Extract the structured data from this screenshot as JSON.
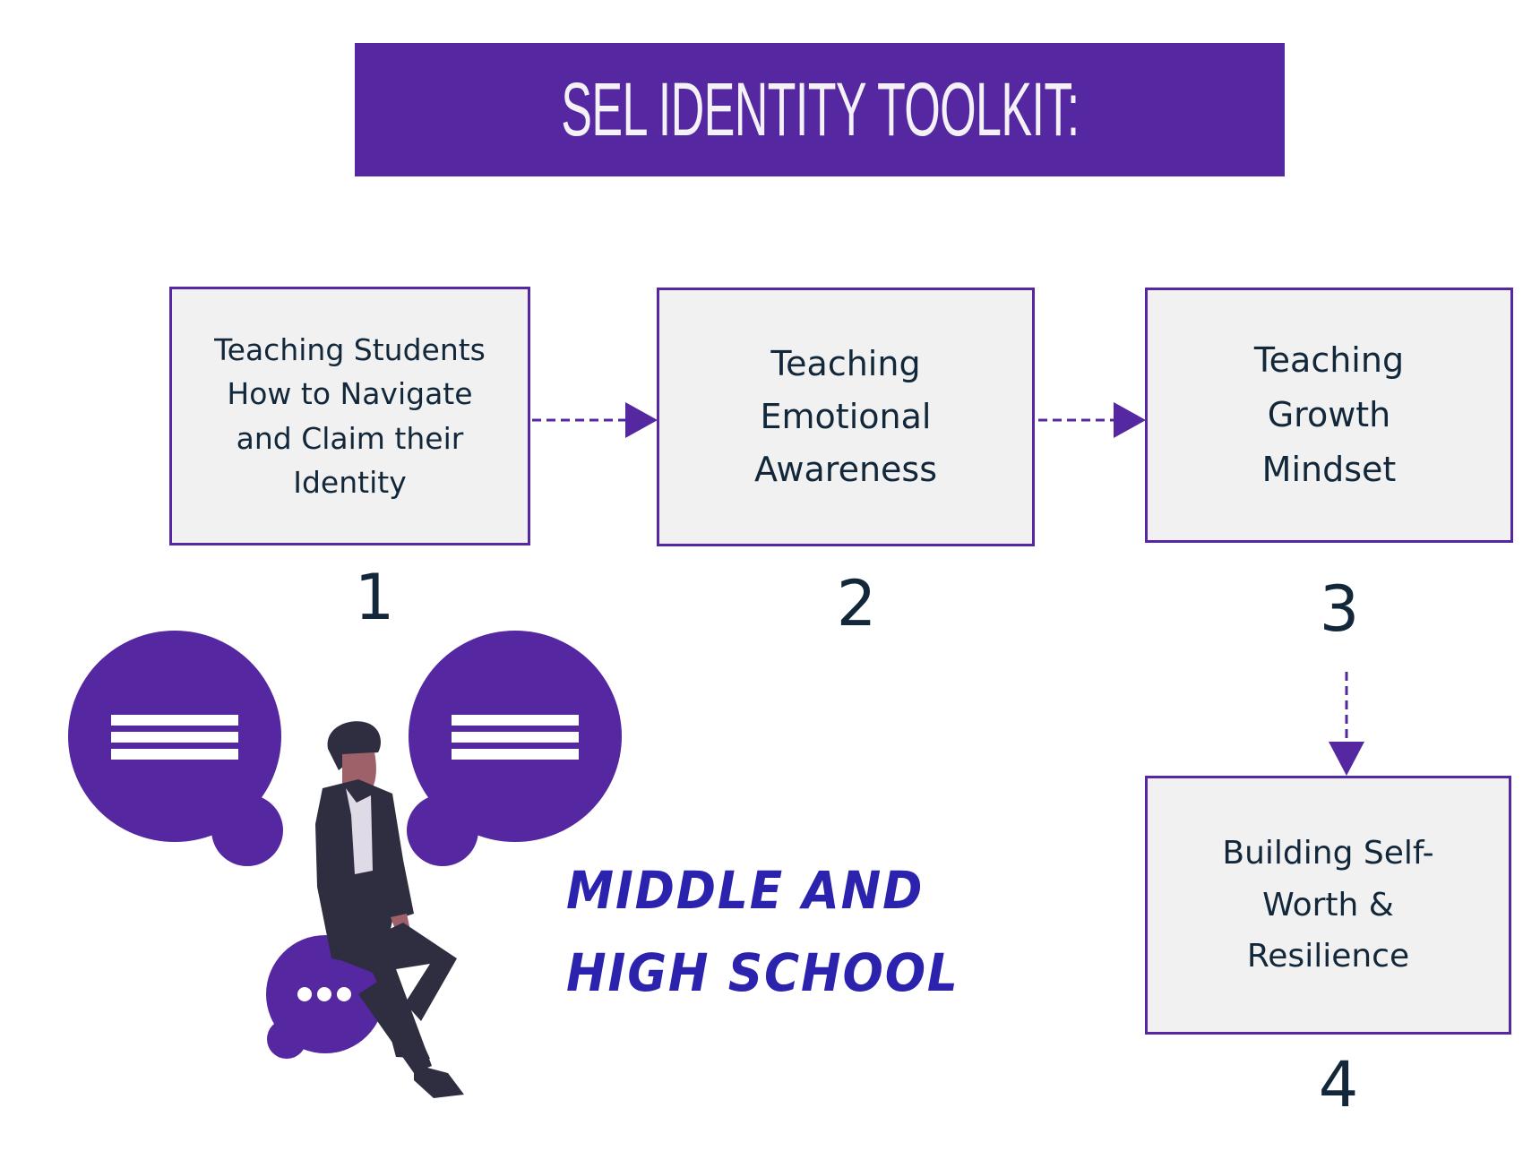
{
  "header": {
    "title": "SEL IDENTITY TOOLKIT:"
  },
  "colors": {
    "accent": "#5527a1",
    "box_fill": "#f1f1f1",
    "text_dark": "#12283a",
    "tagline": "#2b22ae",
    "figure_dark": "#2f2e41",
    "skin": "#9e616a",
    "shirt": "#dedbe7"
  },
  "steps": [
    {
      "number": "1",
      "label": "Teaching Students\nHow to Navigate\nand Claim their\nIdentity"
    },
    {
      "number": "2",
      "label": "Teaching\nEmotional\nAwareness"
    },
    {
      "number": "3",
      "label": "Teaching\nGrowth\nMindset"
    },
    {
      "number": "4",
      "label": "Building Self-\nWorth &\nResilience"
    }
  ],
  "connectors": [
    {
      "from": "1",
      "to": "2",
      "direction": "right",
      "style": "dashed"
    },
    {
      "from": "2",
      "to": "3",
      "direction": "right",
      "style": "dashed"
    },
    {
      "from": "3",
      "to": "4",
      "direction": "down",
      "style": "dashed"
    }
  ],
  "tagline": {
    "line1": "MIDDLE AND",
    "line2": "HIGH SCHOOL"
  },
  "illustration": {
    "description": "person-sitting-on-chat-bubble",
    "icons": [
      "chat-bubble-text-icon",
      "chat-bubble-text-icon",
      "chat-bubble-ellipsis-icon"
    ]
  }
}
